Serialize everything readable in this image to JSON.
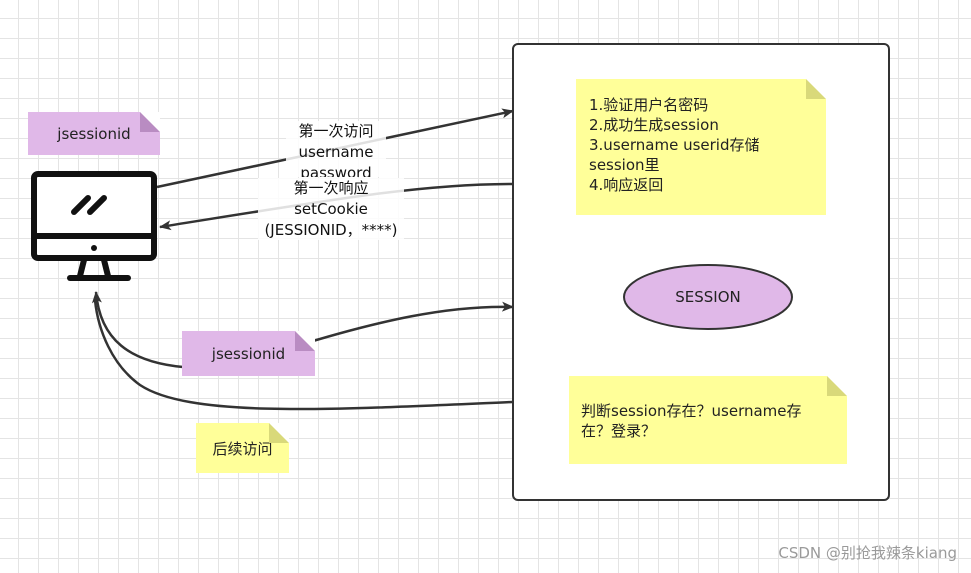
{
  "client": {
    "cookie_note": "jsessionid"
  },
  "arrows": {
    "first_request": {
      "line1": "第一次访问",
      "line2": "username",
      "line3": "password"
    },
    "first_response": {
      "line1": "第一次响应",
      "line2": "setCookie",
      "line3": "(JESSIONID，****)"
    },
    "cookie_note": "jsessionid",
    "later_note": "后续访问"
  },
  "server": {
    "steps": [
      "1.验证用户名密码",
      "2.成功生成session",
      "3.username userid存储",
      "session里",
      "4.响应返回"
    ],
    "session_label": "SESSION",
    "check_note": {
      "line1": "判断session存在？username存",
      "line2": "在？登录？"
    }
  },
  "watermark": "CSDN @别抢我辣条kiang"
}
